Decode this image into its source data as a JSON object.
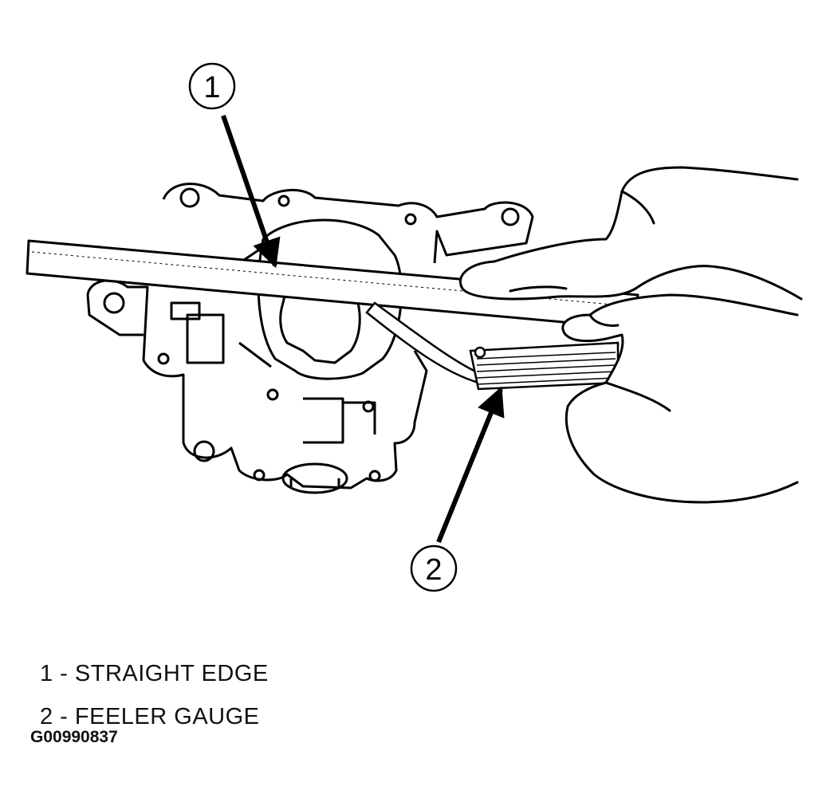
{
  "callouts": [
    {
      "number": "1"
    },
    {
      "number": "2"
    }
  ],
  "legend": [
    {
      "text": "1 - STRAIGHT EDGE"
    },
    {
      "text": "2 - FEELER GAUGE"
    }
  ],
  "figure_id": "G00990837",
  "colors": {
    "ink": "#000000",
    "paper": "#ffffff"
  }
}
